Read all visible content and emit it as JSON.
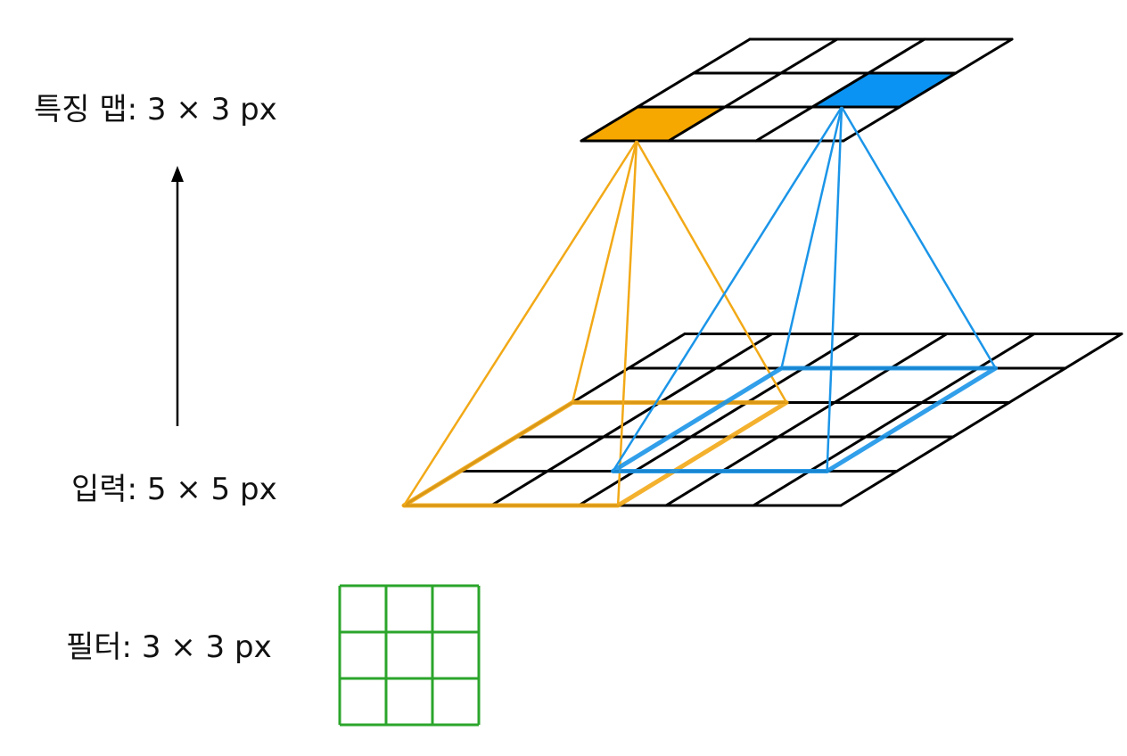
{
  "labels": {
    "feature_map": "특징 맵: 3 × 3 px",
    "input": "입력: 5 × 5 px",
    "filter": "필터: 3 × 3 px"
  },
  "grids": {
    "feature_map": {
      "rows": 3,
      "cols": 3
    },
    "input": {
      "rows": 5,
      "cols": 5
    },
    "filter": {
      "rows": 3,
      "cols": 3
    }
  },
  "colors": {
    "grid_line": "#000000",
    "receptive_field_left": "#F2A917",
    "receptive_field_right": "#1B95E8",
    "highlight_left": "#F7A800",
    "highlight_right": "#0A93F2",
    "filter": "#2BA52B",
    "arrow": "#000000"
  },
  "icons": {
    "arrow": "up-arrow-icon"
  }
}
